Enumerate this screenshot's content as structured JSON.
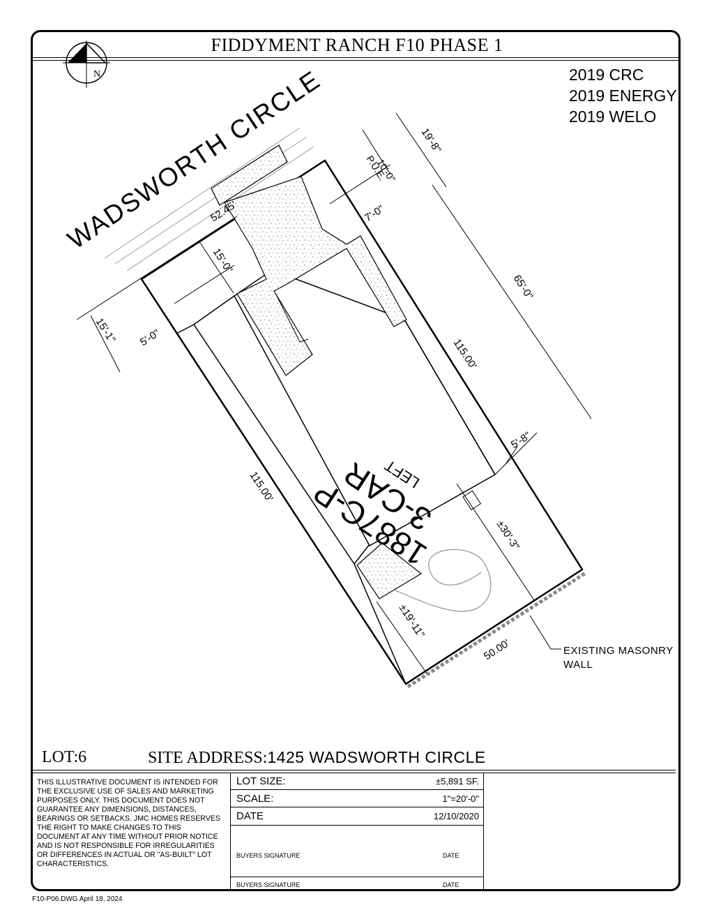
{
  "header": {
    "title": "FIDDYMENT RANCH  F10  PHASE 1",
    "code_lines": [
      "2019 CRC",
      "2019 ENERGY",
      "2019 WELO"
    ]
  },
  "compass": {
    "label": "N"
  },
  "plan": {
    "street_name": "WADSWORTH  CIRCLE",
    "plan_name": "1887C-P",
    "garage": "3-CAR",
    "orientation": "LEFT",
    "dims": {
      "frontage": "52.45'",
      "pue": "10'-0\"",
      "pue_label": "P.U.E.",
      "dim_19_8": "19'-8\"",
      "dim_7_0": "7'-0\"",
      "dim_15_0": "15'-0\"",
      "dim_15_1": "15'-1\"",
      "dim_5_0": "5'-0\"",
      "dim_65_0": "65'-0\"",
      "side_right": "115.00'",
      "side_left": "115.00'",
      "dim_5_8": "5'-8\"",
      "dim_30_3": "±30'-3\"",
      "dim_19_11": "±19'-11\"",
      "rear": "50.00'"
    },
    "wall_note": [
      "EXISTING  MASONRY",
      "WALL"
    ]
  },
  "lot_info": {
    "lot_label": "LOT:6",
    "site_label": "SITE ADDRESS:",
    "site_address": "1425  WADSWORTH  CIRCLE"
  },
  "disclaimer": "THIS ILLUSTRATIVE DOCUMENT IS INTENDED FOR THE EXCLUSIVE USE OF SALES AND MARKETING PURPOSES ONLY. THIS DOCUMENT DOES NOT GUARANTEE ANY DIMENSIONS, DISTANCES, BEARINGS OR SETBACKS. JMC HOMES RESERVES THE RIGHT TO MAKE CHANGES TO THIS DOCUMENT AT ANY TIME WITHOUT PRIOR NOTICE AND IS NOT RESPONSIBLE FOR IRREGULARITIES OR DIFFERENCES IN ACTUAL OR \"AS-BUILT\" LOT CHARACTERISTICS.",
  "table": {
    "lot_size_label": "LOT SIZE:",
    "lot_size_value": "±5,891  SF.",
    "scale_label": "SCALE:",
    "scale_value": "1\"=20'-0\"",
    "date_label": "DATE",
    "date_value": "12/10/2020",
    "buyers_signature": "BUYERS SIGNATURE",
    "sig_date": "DATE"
  },
  "footer": {
    "dwg": "F10-P06.DWG  April 18, 2024"
  }
}
